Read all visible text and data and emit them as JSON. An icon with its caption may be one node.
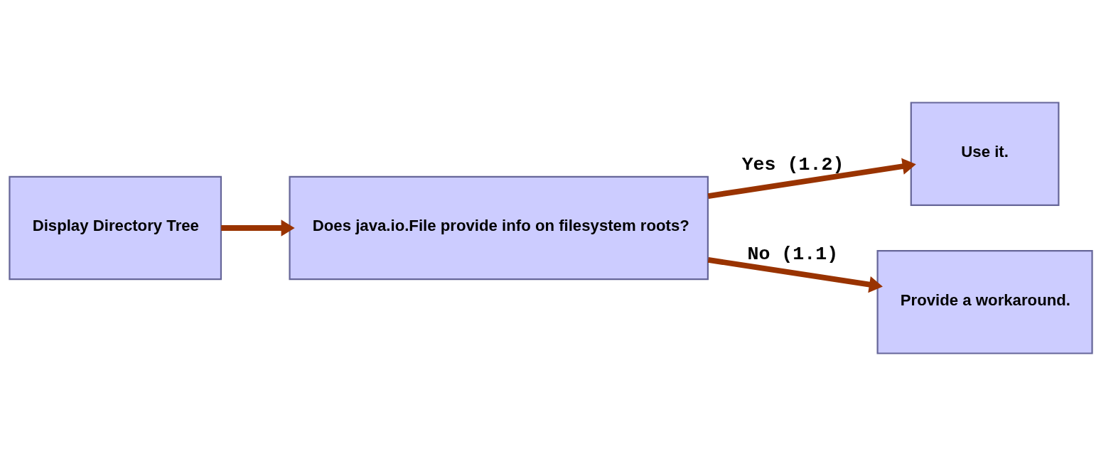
{
  "diagram": {
    "nodes": [
      {
        "text": [
          "Display Directory Tree"
        ]
      },
      {
        "text": [
          "Does java.io.File provide info on filesystem roots?"
        ]
      },
      {
        "text": [
          "Use it."
        ]
      },
      {
        "text": [
          "Provide a workaround."
        ]
      }
    ],
    "edges": [
      {
        "from": 0,
        "to": 1,
        "arrow": "to"
      },
      {
        "from": 1,
        "to": 2,
        "arrow": "to",
        "label": "Yes (1.2)"
      },
      {
        "from": 1,
        "to": 3,
        "arrow": "to",
        "label": "No (1.1)"
      }
    ]
  }
}
